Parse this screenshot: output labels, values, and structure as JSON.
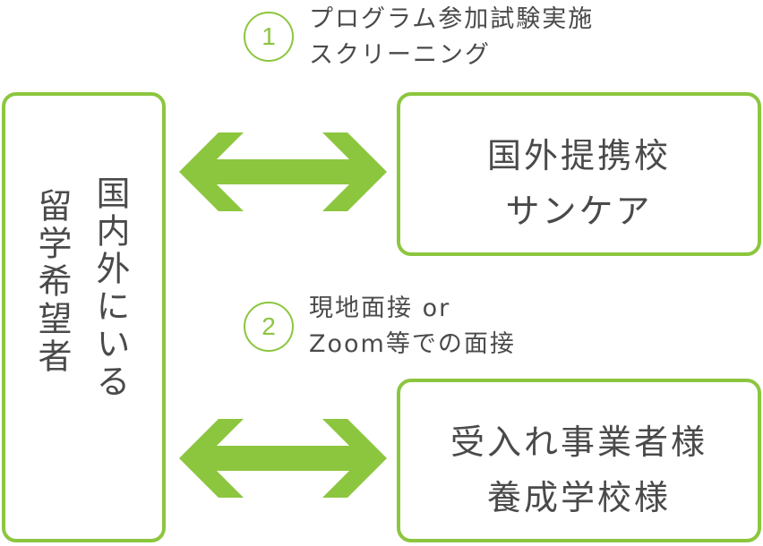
{
  "applicant_box": {
    "line1": "国内外にいる",
    "line2": "留学希望者"
  },
  "partner_school_box": {
    "line1": "国外提携校",
    "line2": "サンケア"
  },
  "host_box": {
    "line1": "受入れ事業者様",
    "line2": "養成学校様"
  },
  "step1": {
    "number": "1",
    "line1": "プログラム参加試験実施",
    "line2": "スクリーニング"
  },
  "step2": {
    "number": "2",
    "line1": "現地面接 or",
    "line2": "Zoom等での面接"
  },
  "colors": {
    "accent": "#8cc63f",
    "text": "#4a4a4a"
  }
}
